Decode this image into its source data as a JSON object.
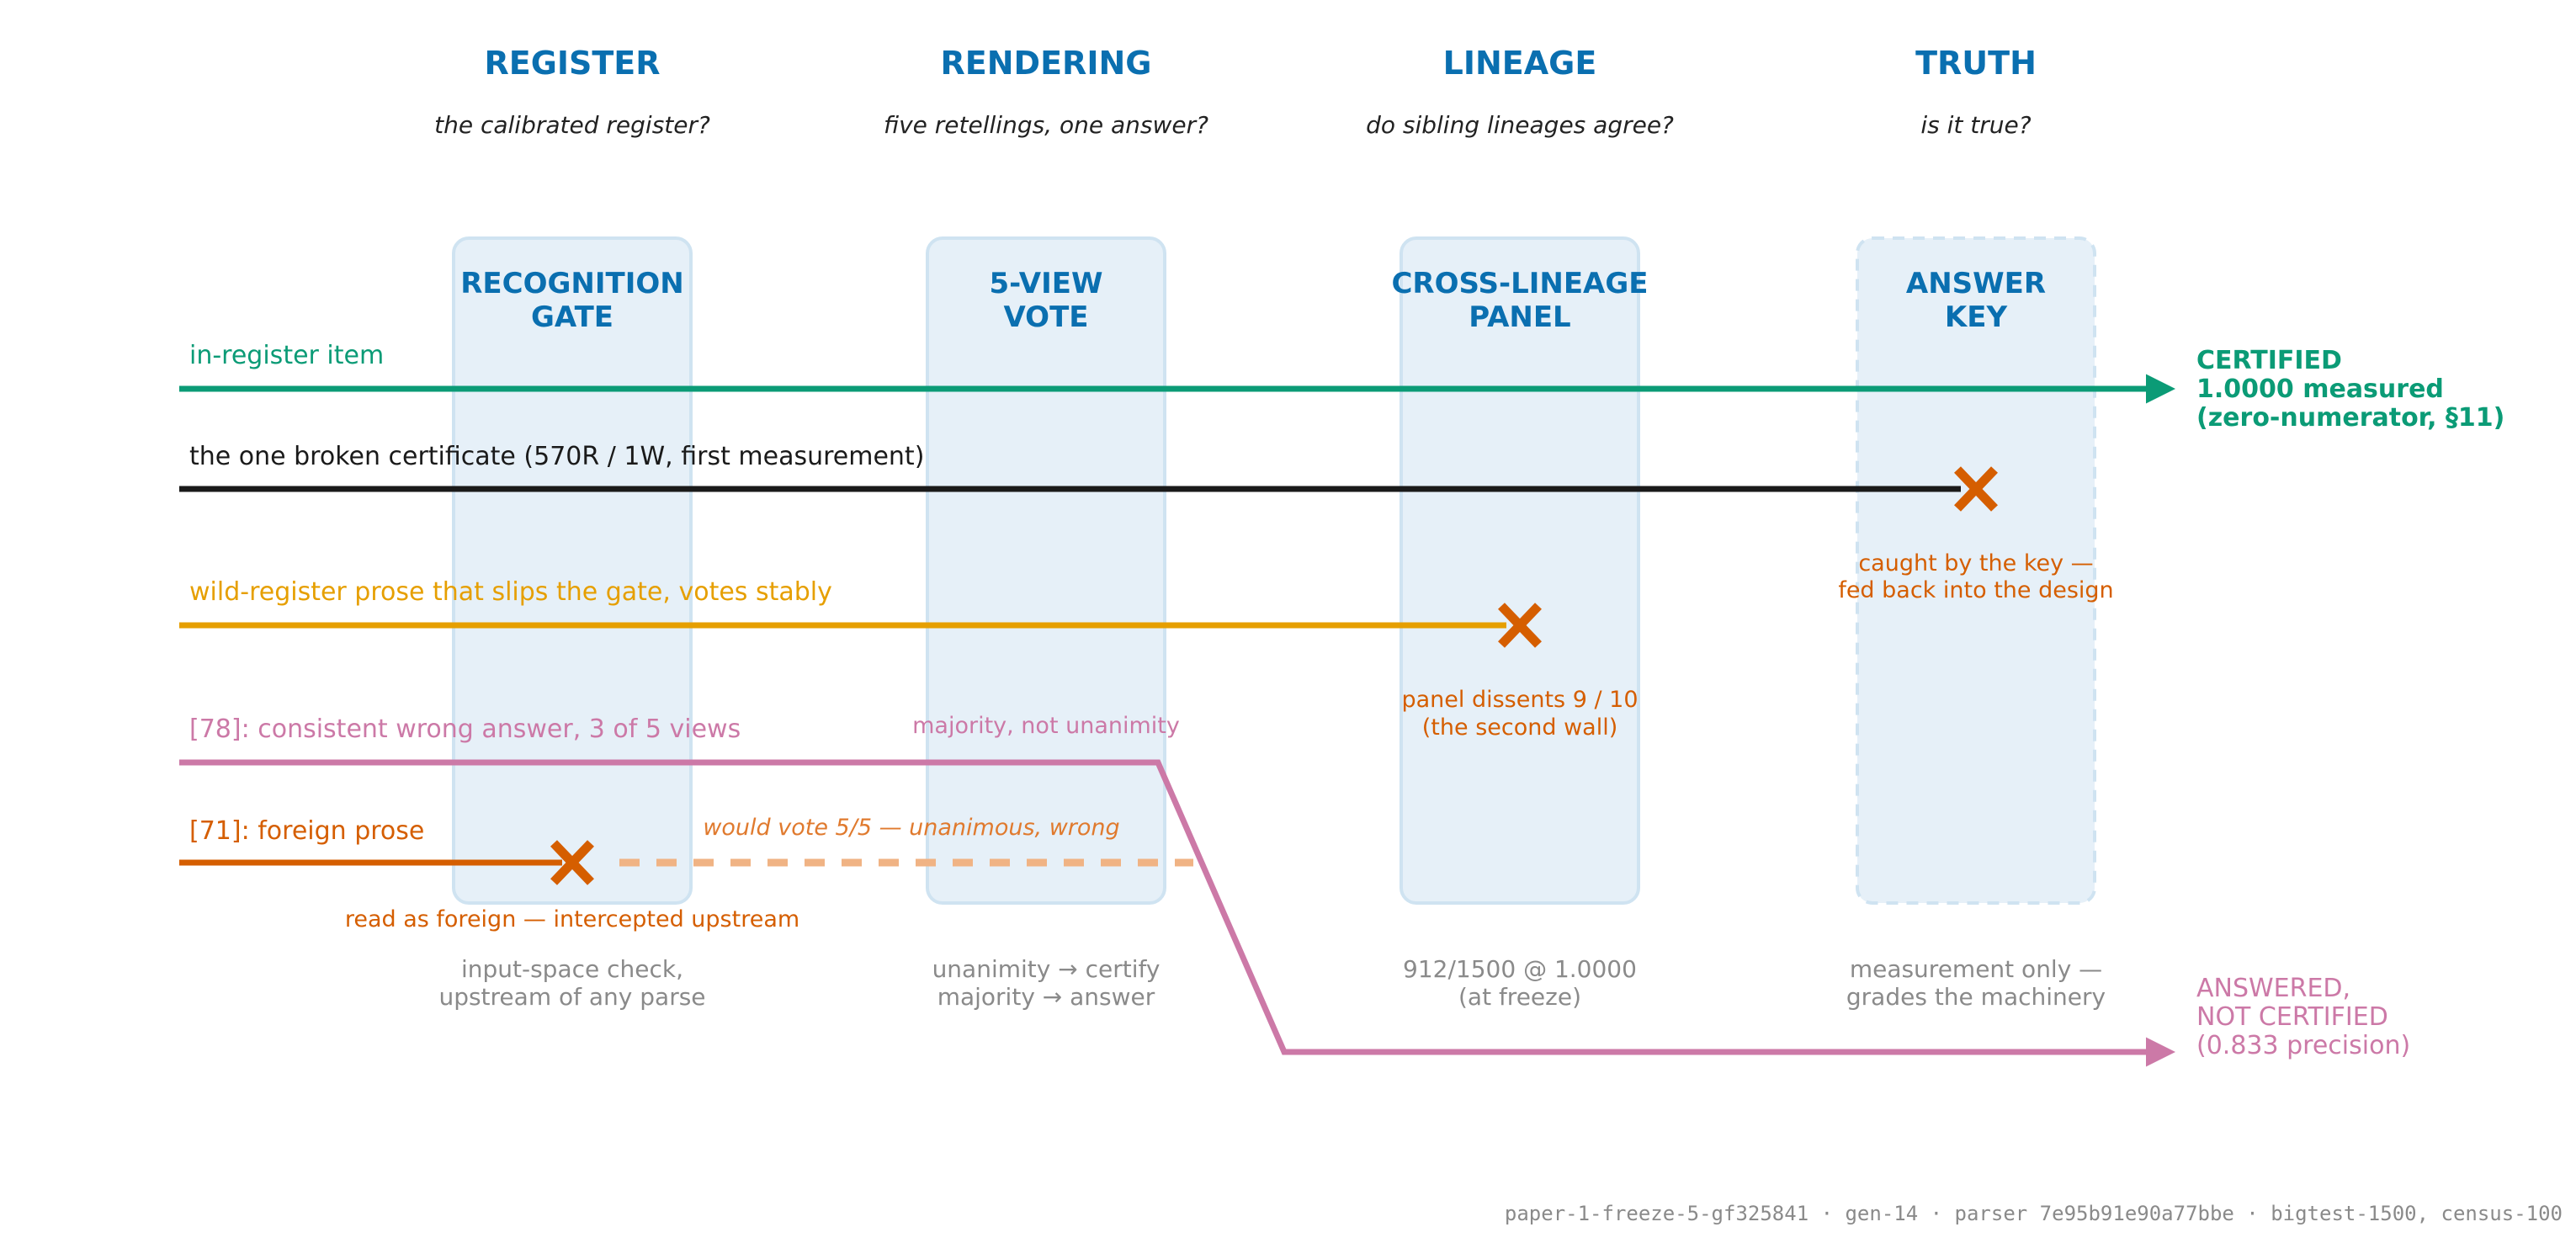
{
  "columns": [
    {
      "header": "REGISTER",
      "question": "the calibrated register?",
      "box_title": [
        "RECOGNITION",
        "GATE"
      ],
      "footnote": [
        "input-space check,",
        "upstream of any parse"
      ]
    },
    {
      "header": "RENDERING",
      "question": "five retellings, one answer?",
      "box_title": [
        "5-VIEW",
        "VOTE"
      ],
      "footnote": [
        "unanimity → certify",
        "majority → answer"
      ]
    },
    {
      "header": "LINEAGE",
      "question": "do sibling lineages agree?",
      "box_title": [
        "CROSS-LINEAGE",
        "PANEL"
      ],
      "footnote": [
        "912/1500 @ 1.0000",
        "(at freeze)"
      ]
    },
    {
      "header": "TRUTH",
      "question": "is it true?",
      "box_title": [
        "ANSWER",
        "KEY"
      ],
      "footnote": [
        "measurement only —",
        "grades the machinery"
      ]
    }
  ],
  "lanes": {
    "in_register": {
      "label": "in-register item",
      "color": "#0b9b76"
    },
    "broken": {
      "label": "the one broken certificate (570R / 1W, first measurement)",
      "color": "#1a1a1a"
    },
    "wild": {
      "label": "wild-register prose that slips the gate, votes stably",
      "color": "#e69f00"
    },
    "item78": {
      "label": "[78]: consistent wrong answer, 3 of 5 views",
      "color": "#cc79a7"
    },
    "item71": {
      "label": "[71]: foreign prose",
      "color": "#d55e00"
    }
  },
  "annotations": {
    "key_catch": [
      "caught by the key —",
      "fed back into the design"
    ],
    "panel_dissent": [
      "panel dissents 9 / 10",
      "(the second wall)"
    ],
    "majority": "majority, not unanimity",
    "would_vote": "would vote 5/5 — unanimous, wrong",
    "gate_catch": "read as foreign — intercepted upstream"
  },
  "outcomes": {
    "certified": [
      "CERTIFIED",
      "1.0000 measured",
      "(zero-numerator, §11)"
    ],
    "answered": [
      "ANSWERED,",
      "NOT CERTIFIED",
      "(0.833 precision)"
    ]
  },
  "provenance": "paper-1-freeze-5-gf325841 · gen-14 · parser 7e95b91e90a77bbe · bigtest-1500, census-100",
  "colors": {
    "header": "#0a6fb0",
    "box_fill": "#e6f0f8",
    "box_stroke": "#cfe3f1",
    "cross": "#d55e00",
    "dashed_ghost": "#f0b384",
    "muted": "#8a8a8a"
  }
}
